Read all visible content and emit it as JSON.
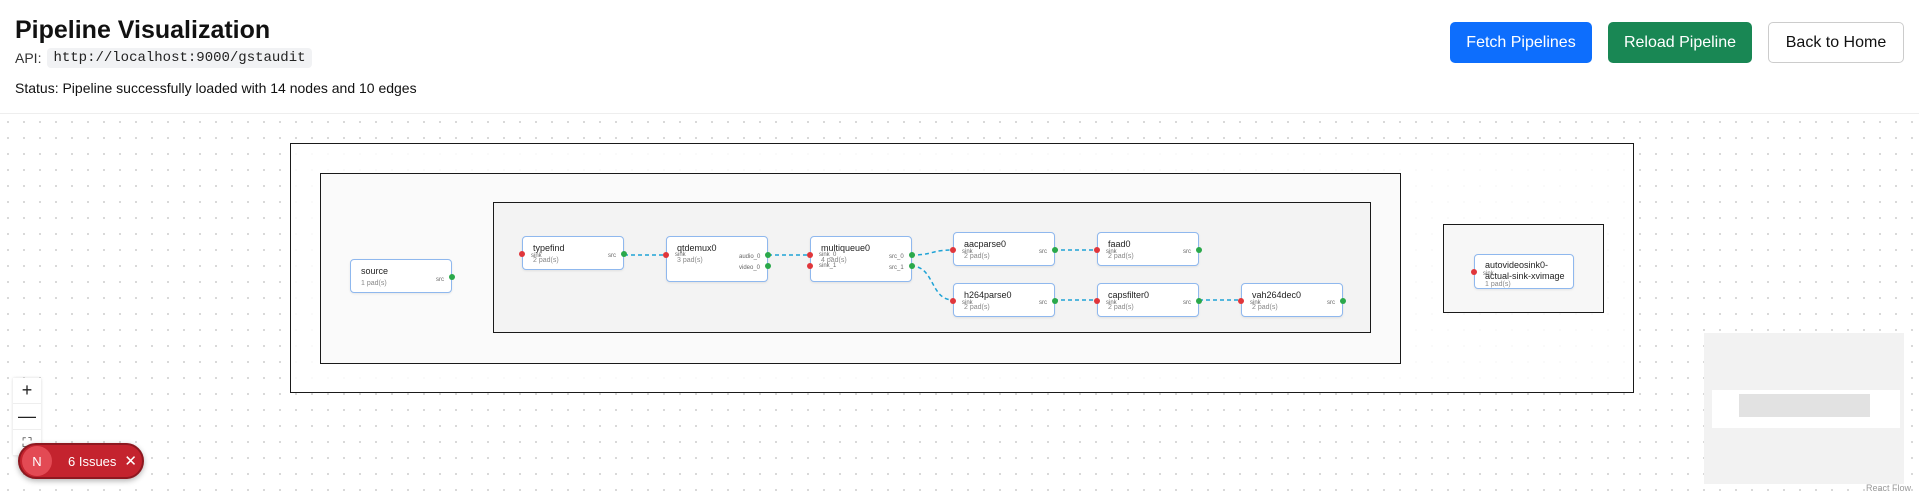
{
  "header": {
    "title": "Pipeline Visualization",
    "api_label": "API:",
    "api_url": "http://localhost:9000/gstaudit",
    "status": "Status: Pipeline successfully loaded with 14 nodes and 10 edges"
  },
  "buttons": {
    "fetch": "Fetch Pipelines",
    "reload": "Reload Pipeline",
    "home": "Back to Home"
  },
  "colors": {
    "fetch_button": "#0d6efd",
    "reload_button": "#198754",
    "edge": "#1fa3d6",
    "sink_pad": "#e0363b",
    "src_pad": "#2aa84a",
    "issues_badge": "#c4232e"
  },
  "nodes": {
    "source": {
      "name": "source",
      "pads": "1 pad(s)",
      "pad_labels": [
        "src"
      ]
    },
    "typefind": {
      "name": "typefind",
      "pads": "2 pad(s)",
      "pad_labels": [
        "sink",
        "src"
      ]
    },
    "qtdemux0": {
      "name": "qtdemux0",
      "pads": "3 pad(s)",
      "pad_labels": [
        "sink",
        "audio_0",
        "video_0"
      ]
    },
    "multiqueue0": {
      "name": "multiqueue0",
      "pads": "4 pad(s)",
      "pad_labels": [
        "sink_0",
        "sink_1",
        "src_0",
        "src_1"
      ]
    },
    "aacparse0": {
      "name": "aacparse0",
      "pads": "2 pad(s)",
      "pad_labels": [
        "sink",
        "src"
      ]
    },
    "faad0": {
      "name": "faad0",
      "pads": "2 pad(s)",
      "pad_labels": [
        "sink",
        "src"
      ]
    },
    "h264parse0": {
      "name": "h264parse0",
      "pads": "2 pad(s)",
      "pad_labels": [
        "sink",
        "src"
      ]
    },
    "capsfilter0": {
      "name": "capsfilter0",
      "pads": "2 pad(s)",
      "pad_labels": [
        "sink",
        "src"
      ]
    },
    "vah264dec0": {
      "name": "vah264dec0",
      "pads": "2 pad(s)",
      "pad_labels": [
        "sink",
        "src"
      ]
    },
    "sink": {
      "name": "autovideosink0-actual-sink-xvimage",
      "pads": "1 pad(s)",
      "pad_labels": [
        "sink"
      ]
    }
  },
  "controls": {
    "zoom_in": "+",
    "zoom_out": "—",
    "fit_view": "⛶"
  },
  "attribution": "React Flow",
  "issues": {
    "badge": "N",
    "label": "6 Issues",
    "close": "✕"
  }
}
